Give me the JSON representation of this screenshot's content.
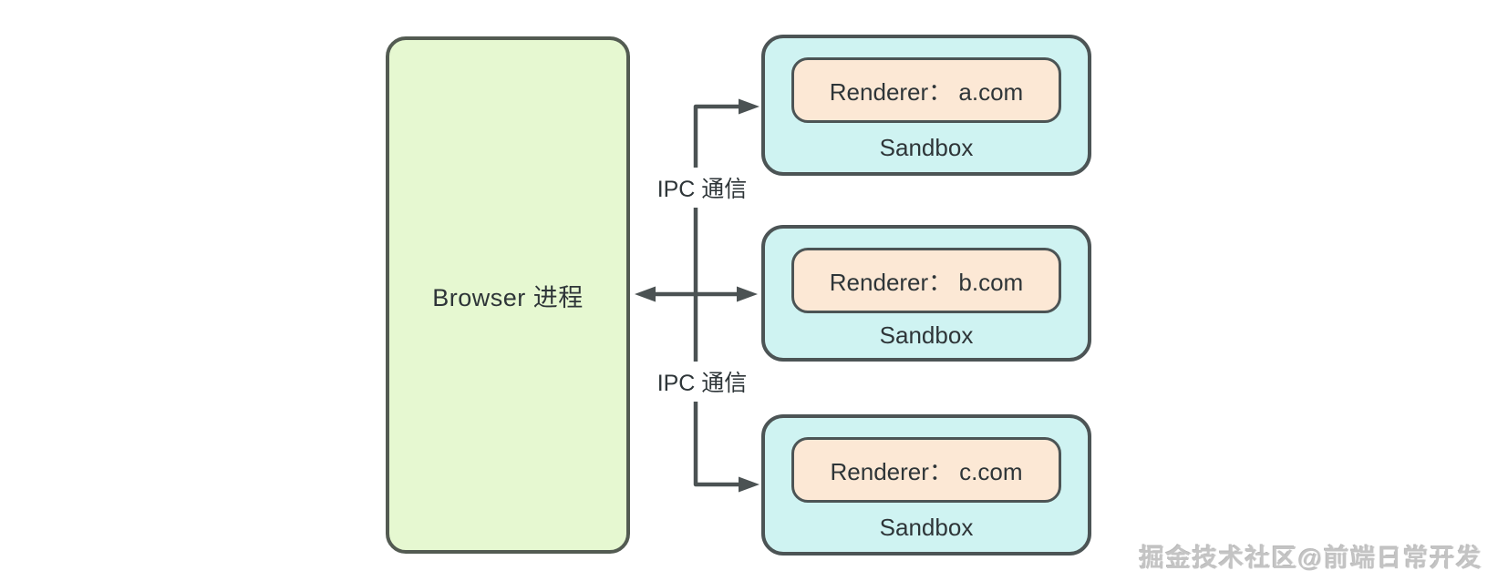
{
  "diagram": {
    "browser": {
      "label": "Browser 进程"
    },
    "ipc": {
      "top_label": "IPC 通信",
      "bottom_label": "IPC 通信"
    },
    "renderers": [
      {
        "label": "Renderer： a.com",
        "sandbox": "Sandbox"
      },
      {
        "label": "Renderer： b.com",
        "sandbox": "Sandbox"
      },
      {
        "label": "Renderer： c.com",
        "sandbox": "Sandbox"
      }
    ]
  },
  "colors": {
    "browser_fill": "#e6f8d1",
    "browser_border": "#535b52",
    "renderer_fill": "#cff3f2",
    "inner_fill": "#fce8d5",
    "border": "#4c5455",
    "arrow": "#4b5253",
    "text": "#2e3538",
    "watermark": "#c4c4c4",
    "background": "#ffffff"
  },
  "watermark": {
    "text": "掘金技术社区@前端日常开发"
  }
}
